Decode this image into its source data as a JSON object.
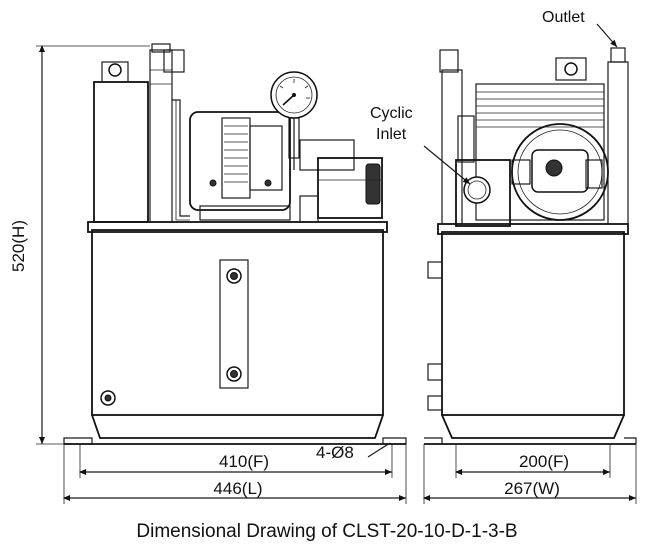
{
  "caption": "Dimensional Drawing of CLST-20-10-D-1-3-B",
  "labels": {
    "outlet": "Outlet",
    "cyclic_inlet_line1": "Cyclic",
    "cyclic_inlet_line2": "Inlet",
    "holes": "4-Ø8"
  },
  "dimensions": {
    "height": "520(H)",
    "front_mount": "410(F)",
    "length": "446(L)",
    "side_mount": "200(F)",
    "width": "267(W)"
  }
}
